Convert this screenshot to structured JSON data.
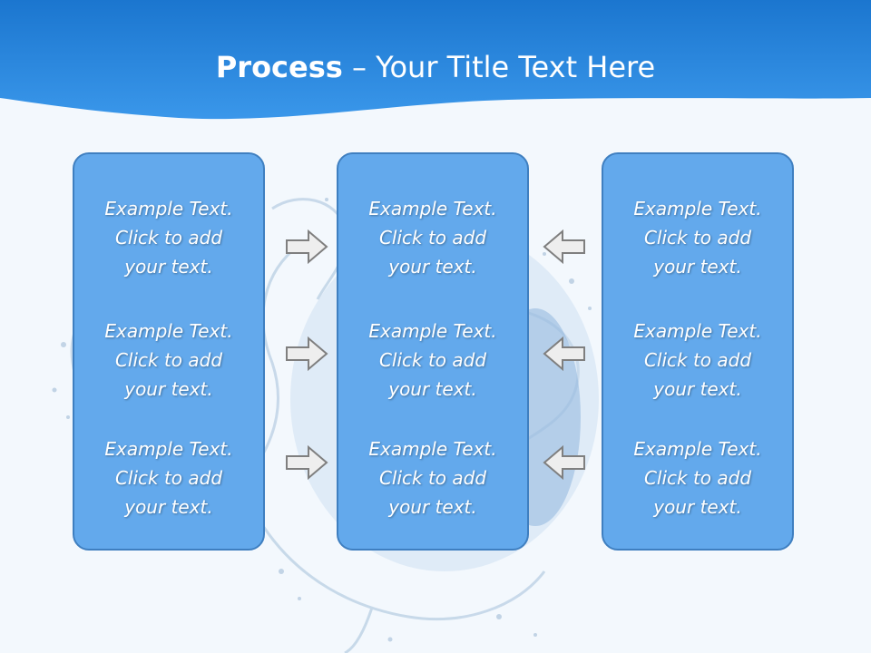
{
  "title": {
    "bold": "Process",
    "rest": " – Your Title Text Here"
  },
  "colors": {
    "header_blue": "#1e7fd8",
    "box_fill": "#63a9ec",
    "box_border": "#3f7fc0",
    "arrow_fill": "#eeeeee",
    "arrow_stroke": "#7f7f7f"
  },
  "columns": [
    {
      "items": [
        {
          "line1": "Example Text.",
          "line2": "Click  to add",
          "line3": "your text."
        },
        {
          "line1": "Example Text.",
          "line2": "Click  to add",
          "line3": "your text."
        },
        {
          "line1": "Example Text.",
          "line2": "Click  to add",
          "line3": "your text."
        }
      ]
    },
    {
      "items": [
        {
          "line1": "Example Text.",
          "line2": "Click  to add",
          "line3": "your text."
        },
        {
          "line1": "Example Text.",
          "line2": "Click  to add",
          "line3": "your text."
        },
        {
          "line1": "Example Text.",
          "line2": "Click  to add",
          "line3": "your text."
        }
      ]
    },
    {
      "items": [
        {
          "line1": "Example Text.",
          "line2": "Click  to add",
          "line3": "your text."
        },
        {
          "line1": "Example Text.",
          "line2": "Click  to add",
          "line3": "your text."
        },
        {
          "line1": "Example Text.",
          "line2": "Click  to add",
          "line3": "your text."
        }
      ]
    }
  ],
  "arrows": {
    "left_group": [
      "arrow-right-icon",
      "arrow-right-icon",
      "arrow-right-icon"
    ],
    "right_group": [
      "arrow-left-icon",
      "arrow-left-icon",
      "arrow-left-icon"
    ]
  }
}
